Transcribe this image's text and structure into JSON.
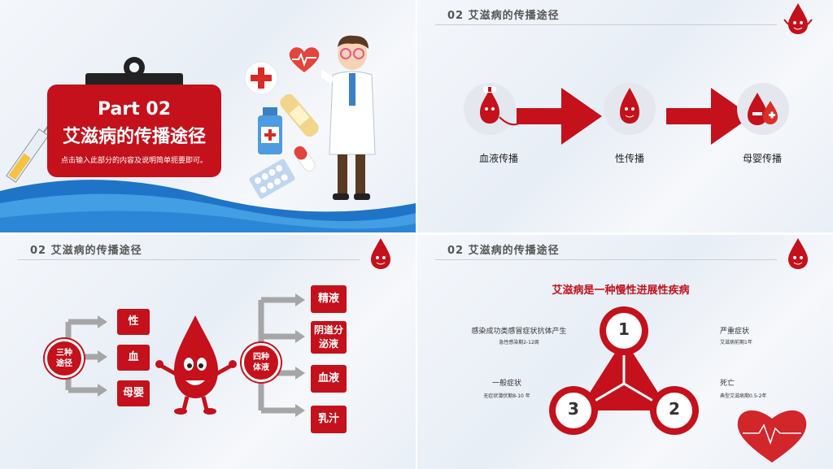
{
  "slide1": {
    "part_label": "Part 02",
    "title": "艾滋病的传播途径",
    "subtitle": "点击输入此部分的内容及说明简单扼要即可。"
  },
  "slide2": {
    "header": "02 艾滋病的传播途径",
    "items": [
      "血液传播",
      "性传播",
      "母婴传播"
    ]
  },
  "slide3": {
    "header": "02 艾滋病的传播途径",
    "left_circle": "三种\n途径",
    "left_items": [
      "性",
      "血",
      "母婴"
    ],
    "right_circle": "四种\n体液",
    "right_items": [
      "精液",
      "阴道分\n泌液",
      "血液",
      "乳汁"
    ]
  },
  "slide4": {
    "header": "02 艾滋病的传播途径",
    "title": "艾滋病是一种慢性进展性疾病",
    "numbers": [
      "1",
      "2",
      "3"
    ],
    "stage1_title": "感染成功类感冒症状抗体产生",
    "stage1_sub": "急性感染期2-12周",
    "stage3_title": "一般症状",
    "stage3_sub": "无症状潜伏期8-10 年",
    "stage_severe_title": "严重症状",
    "stage_severe_sub": "艾滋病前期1年",
    "stage_death_title": "死亡",
    "stage_death_sub": "典型艾滋病期0.5-2年"
  },
  "colors": {
    "accent": "#c4111b",
    "arrow_gray": "#a6a6a6",
    "header_text": "#555555"
  }
}
